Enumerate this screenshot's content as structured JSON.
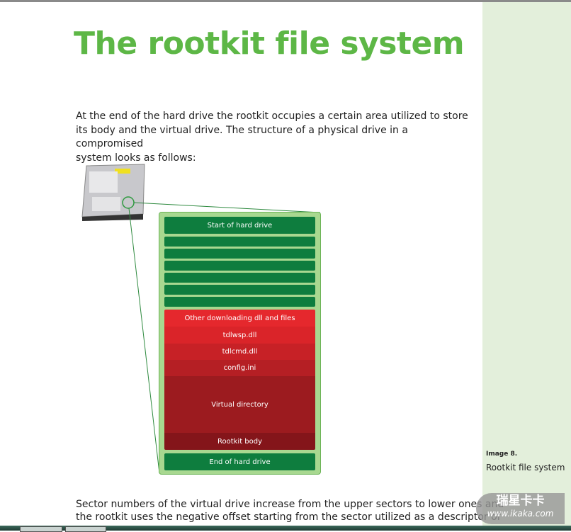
{
  "title": "The rootkit file system",
  "intro": [
    "At the end of the hard drive the rootkit occupies a certain area utilized to store",
    "its body and the virtual drive. The structure of a physical drive in a compromised",
    "system looks as follows:"
  ],
  "diagram": {
    "start": "Start of hard drive",
    "other": "Other downloading dll and files",
    "tdlwsp": "tdlwsp.dll",
    "tdlcmd": "tdlcmd.dll",
    "config": "config.ini",
    "virtual": "Virtual directory",
    "body": "Rootkit body",
    "end": "End of hard drive"
  },
  "caption": {
    "label": "Image 8.",
    "text": "Rootkit file system"
  },
  "outro": [
    "Sector numbers of the virtual drive increase from the upper sectors to lower ones and",
    "the rootkit uses the negative offset starting from the sector utilized as a descriptor of"
  ],
  "watermark": {
    "brand": "瑞星卡卡",
    "url": "www.ikaka.com"
  }
}
